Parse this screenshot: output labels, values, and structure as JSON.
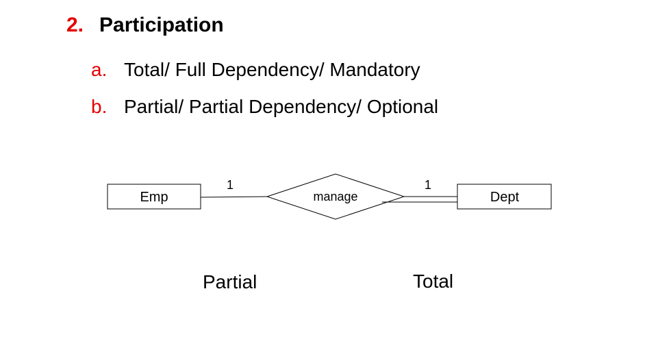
{
  "heading": {
    "number": "2.",
    "title": "Participation"
  },
  "items": [
    {
      "marker": "a.",
      "text": "Total/ Full Dependency/ Mandatory"
    },
    {
      "marker": "b.",
      "text": "Partial/ Partial Dependency/ Optional"
    }
  ],
  "diagram": {
    "entity_left": "Emp",
    "relationship": "manage",
    "entity_right": "Dept",
    "cardinality_left": "1",
    "cardinality_right": "1",
    "left_participation": "partial",
    "right_participation": "total"
  },
  "captions": {
    "left": "Partial",
    "right": "Total"
  },
  "colors": {
    "accent": "#e60000",
    "text": "#000000"
  }
}
